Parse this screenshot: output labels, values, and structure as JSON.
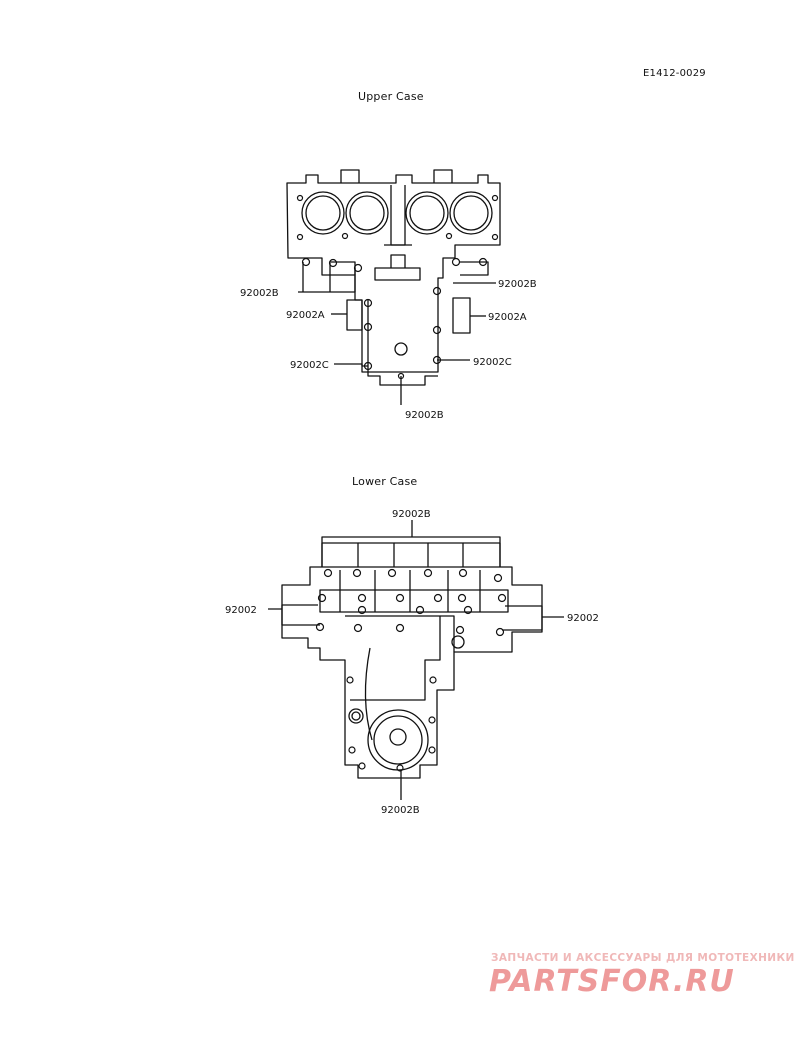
{
  "figure_code": "E1412-0029",
  "upper": {
    "title": "Upper Case",
    "labels": {
      "b_left": "92002B",
      "a_left": "92002A",
      "c_left": "92002C",
      "b_right": "92002B",
      "a_right": "92002A",
      "c_right": "92002C",
      "b_bottom": "92002B"
    }
  },
  "lower": {
    "title": "Lower Case",
    "labels": {
      "b_top": "92002B",
      "left": "92002",
      "right": "92002",
      "b_bottom": "92002B"
    }
  },
  "watermark": {
    "subtitle": "ЗАПЧАСТИ И АКСЕССУАРЫ ДЛЯ МОТОТЕХНИКИ",
    "brand": "PARTSFOR.RU",
    "color": "#ee9a9a"
  }
}
